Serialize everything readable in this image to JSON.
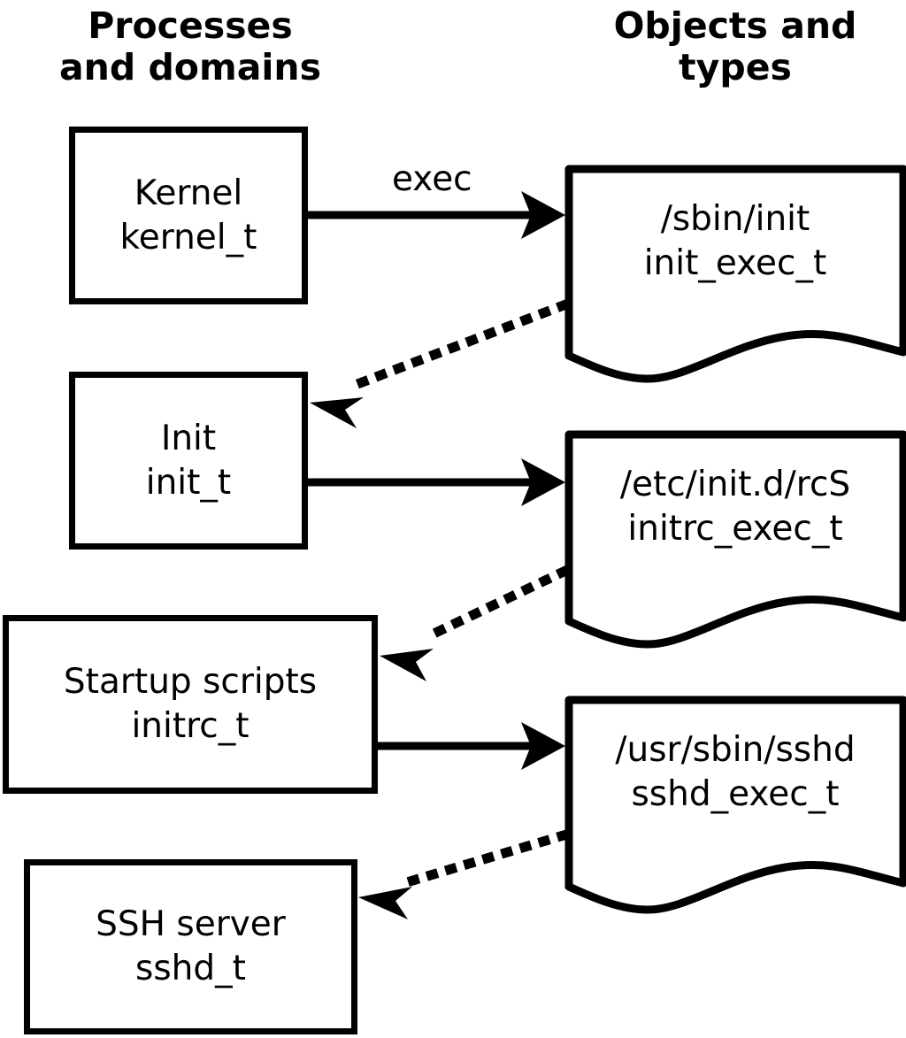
{
  "diagram": {
    "title_left": "Processes\nand domains",
    "title_right": "Objects and\ntypes",
    "background_color": "#ffffff",
    "stroke_color": "#000000"
  },
  "processes": [
    {
      "id": "kernel",
      "name": "Kernel",
      "type": "kernel_t",
      "text": "Kernel\nkernel_t"
    },
    {
      "id": "init",
      "name": "Init",
      "type": "init_t",
      "text": "Init\ninit_t"
    },
    {
      "id": "initrc",
      "name": "Startup scripts",
      "type": "initrc_t",
      "text": "Startup scripts\ninitrc_t"
    },
    {
      "id": "sshd",
      "name": "SSH server",
      "type": "sshd_t",
      "text": "SSH server\nsshd_t"
    }
  ],
  "objects": [
    {
      "id": "init_exec",
      "path": "/sbin/init",
      "type": "init_exec_t",
      "text": "/sbin/init\ninit_exec_t"
    },
    {
      "id": "initrc_exec",
      "path": "/etc/init.d/rcS",
      "type": "initrc_exec_t",
      "text": "/etc/init.d/rcS\ninitrc_exec_t"
    },
    {
      "id": "sshd_exec",
      "path": "/usr/sbin/sshd",
      "type": "sshd_exec_t",
      "text": "/usr/sbin/sshd\nsshd_exec_t"
    }
  ],
  "edges": [
    {
      "id": "exec-kernel-init",
      "from": "kernel",
      "to": "init_exec",
      "label": "exec",
      "style": "solid"
    },
    {
      "id": "transition-init",
      "from": "init_exec",
      "to": "init",
      "label": "",
      "style": "dotted"
    },
    {
      "id": "exec-init-initrc",
      "from": "init",
      "to": "initrc_exec",
      "label": "",
      "style": "solid"
    },
    {
      "id": "transition-initrc",
      "from": "initrc_exec",
      "to": "initrc",
      "label": "",
      "style": "dotted"
    },
    {
      "id": "exec-initrc-sshd",
      "from": "initrc",
      "to": "sshd_exec",
      "label": "",
      "style": "solid"
    },
    {
      "id": "transition-sshd",
      "from": "sshd_exec",
      "to": "sshd",
      "label": "",
      "style": "dotted"
    }
  ]
}
